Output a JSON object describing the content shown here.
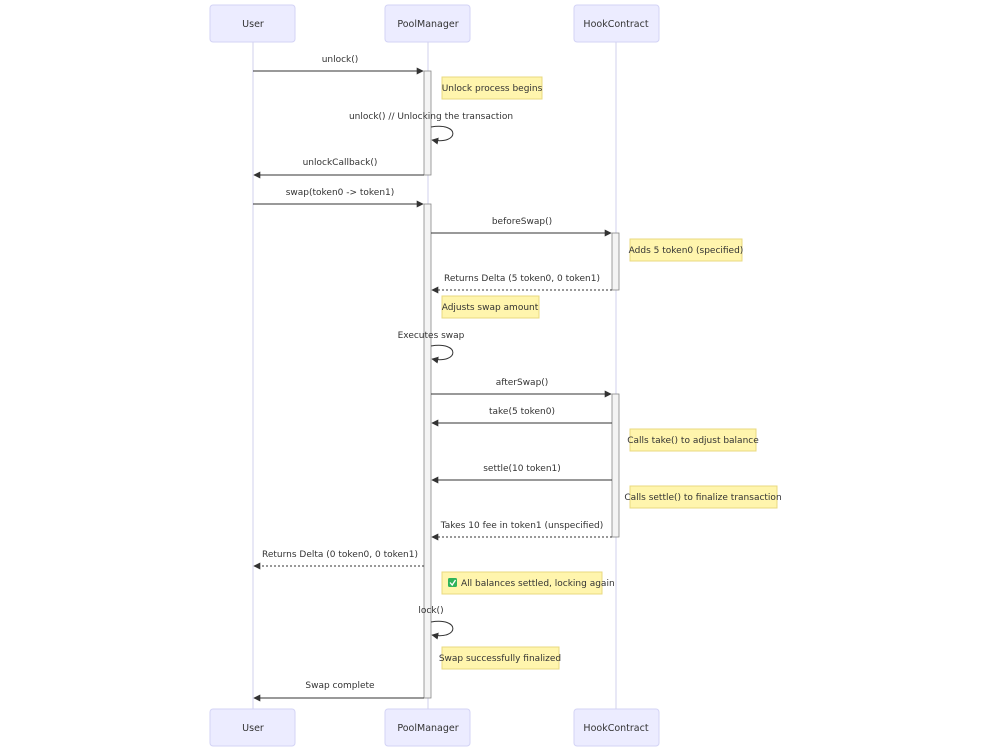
{
  "actors": {
    "user": "User",
    "pool": "PoolManager",
    "hook": "HookContract"
  },
  "messages": {
    "m1": "unlock()",
    "m2": "unlock() // Unlocking the transaction",
    "m3": "unlockCallback()",
    "m4": "swap(token0 -> token1)",
    "m5": "beforeSwap()",
    "m6": "Returns Delta (5 token0, 0 token1)",
    "m7": "Executes swap",
    "m8": "afterSwap()",
    "m9": "take(5 token0)",
    "m10": "settle(10 token1)",
    "m11": "Takes 10 fee in token1 (unspecified)",
    "m12": "Returns Delta (0 token0, 0 token1)",
    "m13": "lock()",
    "m14": "Swap complete"
  },
  "notes": {
    "n1": "Unlock process begins",
    "n2": "Adds 5 token0 (specified)",
    "n3": "Adjusts swap amount",
    "n4": "Calls take() to adjust balance",
    "n5": "Calls settle() to finalize transaction",
    "n6": "All balances settled, locking again",
    "n7": "Swap successfully finalized"
  },
  "icons": {
    "check": "check-mark-icon"
  },
  "colors": {
    "actor_fill": "#ececff",
    "note_fill": "#fff5ad",
    "line": "#333333",
    "check": "#2fb35a"
  }
}
